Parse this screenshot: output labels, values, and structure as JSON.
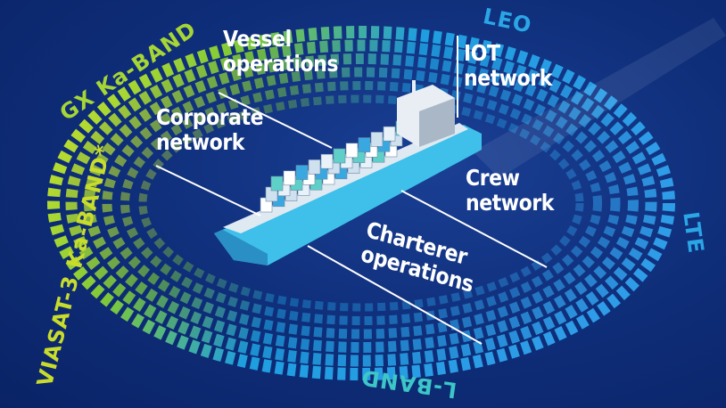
{
  "bands": {
    "gx": "GX Ka-BAND",
    "leo": "LEO",
    "lte": "LTE",
    "lband": "L-BAND",
    "viasat": "VIASAT-3 Ka-BAND*"
  },
  "labels": {
    "vessel": "Vessel\noperations",
    "iot": "IOT\nnetwork",
    "corporate": "Corporate\nnetwork",
    "crew": "Crew\nnetwork",
    "charterer": "Charterer\noperations"
  },
  "colors": {
    "background": "#0c2a72",
    "green": "#b5d82e",
    "blue": "#2aa6e6",
    "teal": "#3cc6c8",
    "hull": "#3ec0ea"
  }
}
